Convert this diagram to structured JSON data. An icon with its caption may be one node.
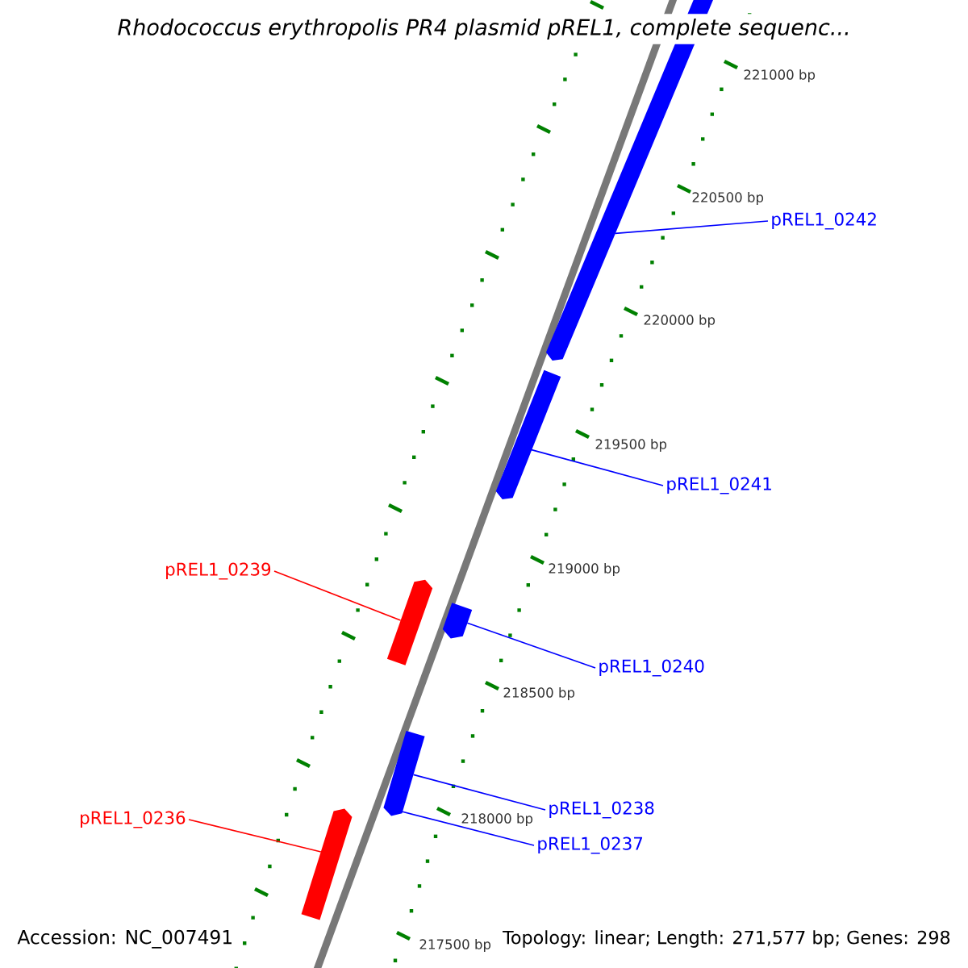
{
  "diagram": {
    "title": "Rhodococcus erythropolis PR4 plasmid pREL1, complete sequenc...",
    "nodes": [
      {
        "text": [],
        "shape": "arrow"
      },
      {
        "text": [
          "pREL1_0242"
        ]
      },
      {
        "text": [],
        "shape": "arrow"
      },
      {
        "text": [
          "pREL1_0241"
        ]
      },
      {
        "text": [
          "pREL1_0239"
        ]
      },
      {
        "text": [],
        "shape": "arrow"
      },
      {
        "text": [],
        "shape": "arrow"
      },
      {
        "text": [
          "pREL1_0240"
        ]
      },
      {
        "text": [],
        "shape": "arrow"
      },
      {
        "text": [
          "pREL1_0238"
        ]
      },
      {
        "text": [
          "pREL1_0237"
        ]
      },
      {
        "text": [
          "pREL1_0236"
        ]
      },
      {
        "text": [],
        "shape": "arrow"
      }
    ],
    "edges": [
      {
        "from": 1,
        "to": 0,
        "arrow": "none"
      },
      {
        "from": 3,
        "to": 2,
        "arrow": "none"
      },
      {
        "from": 4,
        "to": 5,
        "arrow": "none",
        "color": "#ff0000"
      },
      {
        "from": 7,
        "to": 6,
        "arrow": "none"
      },
      {
        "from": 9,
        "to": 8,
        "arrow": "none"
      },
      {
        "from": 10,
        "to": 8,
        "arrow": "none"
      },
      {
        "from": 11,
        "to": 12,
        "arrow": "none",
        "color": "#ff0000"
      }
    ],
    "labels": [
      "221000 bp",
      "220500 bp",
      "220000 bp",
      "219500 bp",
      "219000 bp",
      "218500 bp",
      "218000 bp",
      "217500 bp",
      "Accession: NC_007491",
      "Topology: linear; Length: 271,577 bp; Genes: 298"
    ]
  }
}
